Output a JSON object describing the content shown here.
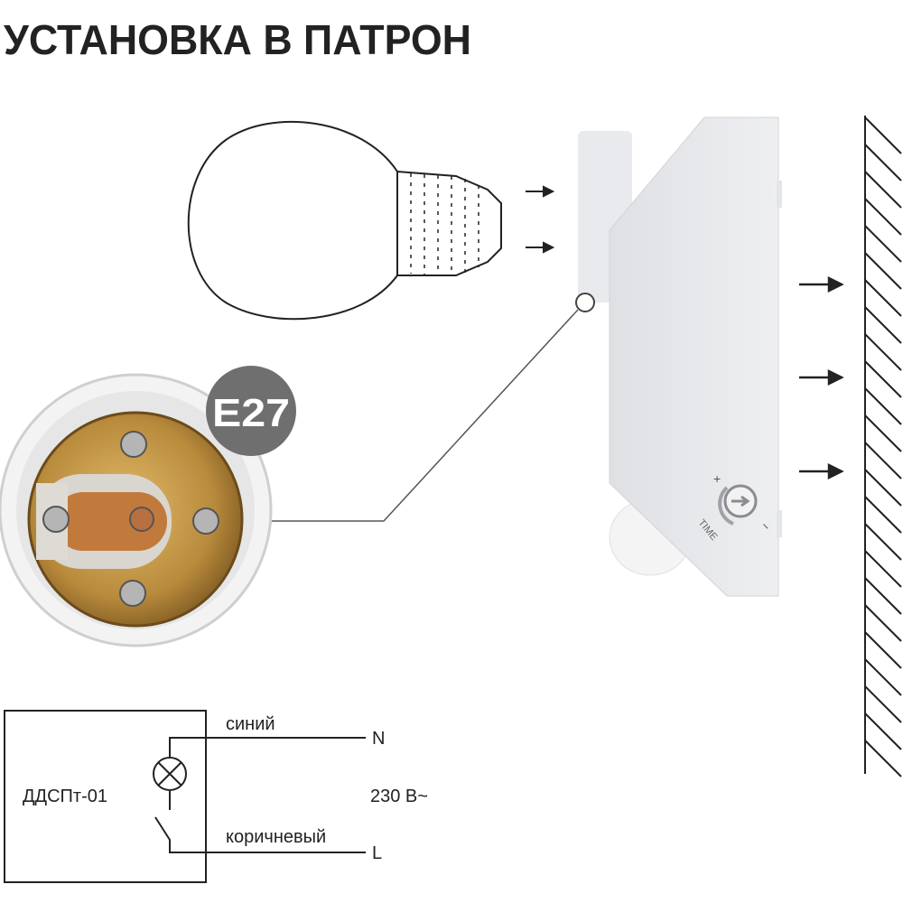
{
  "title": "УСТАНОВКА В ПАТРОН",
  "socket_badge": "E27",
  "dial": {
    "plus": "+",
    "minus": "−",
    "label": "TIME"
  },
  "circuit": {
    "device": "ДДСПт-01",
    "wire_top": "синий",
    "wire_bottom": "коричневый",
    "terminal_top": "N",
    "terminal_bottom": "L",
    "voltage": "230 В~"
  },
  "colors": {
    "badge": "#6f6f6f",
    "brass": "#c99a4a",
    "device": "#e6e7ea",
    "line": "#222222"
  }
}
